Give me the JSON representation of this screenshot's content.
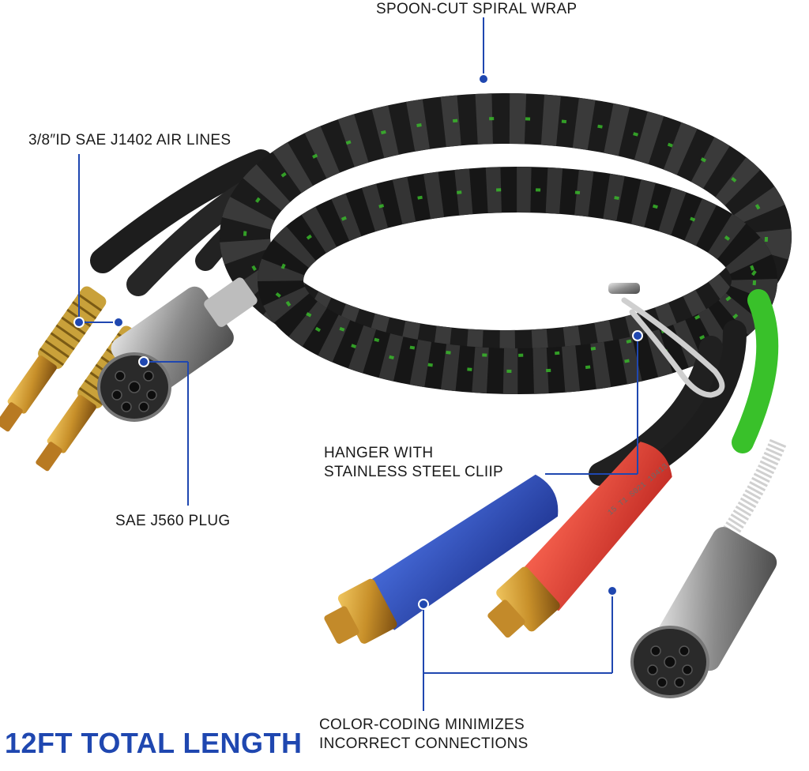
{
  "callouts": {
    "spiral_wrap": "SPOON-CUT SPIRAL WRAP",
    "air_lines": "3/8″ID SAE J1402 AIR LINES",
    "hanger_line1": "HANGER WITH",
    "hanger_line2": "STAINLESS STEEL CLIIP",
    "plug": "SAE J560 PLUG",
    "color_coding_line1": "COLOR-CODING MINIMIZES",
    "color_coding_line2": "INCORRECT CONNECTIONS"
  },
  "headline": "12FT TOTAL LENGTH",
  "hose_print_text": "15 T1 S021 19413",
  "colors": {
    "callout_line": "#1f47b0",
    "headline": "#1f47b0",
    "spiral_wrap": "#1b1b1b",
    "green_cable": "#39c12a",
    "blue_grip": "#2747b8",
    "red_grip": "#e03a33",
    "brass_fitting": "#c8902a",
    "zinc_spring": "#c9a13a"
  }
}
